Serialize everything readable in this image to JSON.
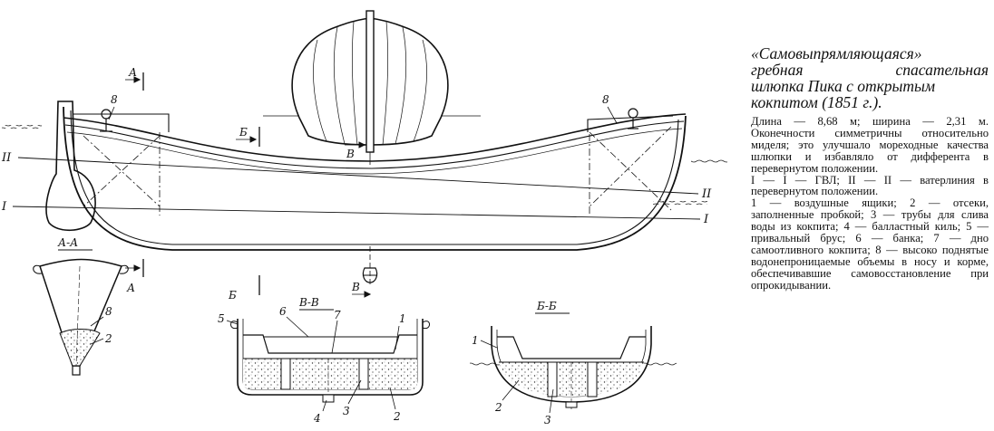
{
  "caption": {
    "title_line1": "«Самовыпрямляющаяся»",
    "title_line2_left": "гребная",
    "title_line2_right": "спасательная",
    "title_line3": "шлюпка Пика с открытым",
    "title_line4": "кокпитом (1851 г.).",
    "para1": "Длина — 8,68 м; ширина — 2,31 м. Оконечности симметричны относительно миделя; это улучшало мореходные качества шлюпки и избавляло от дифферента в перевернутом положении.",
    "para2": "I — I — ГВЛ; II — II — ватерлиния в перевернутом положении.",
    "para3": "1 — воздушные ящики; 2 — отсеки, заполненные пробкой; 3 — трубы для слива воды из кокпита; 4 — балластный киль; 5 — привальный брус; 6 — банка; 7 — дно самоотливного кокпита; 8 — высоко поднятые водонепроницаемые объемы в носу и корме, обеспечивавшие самовосстановление при опрокидывании."
  },
  "labels": {
    "waterline_1": "I",
    "waterline_2": "II",
    "section_a": "А",
    "section_b": "Б",
    "section_v": "В",
    "view_aa": "А-А",
    "view_vv": "В-В",
    "view_bb": "Б-Б",
    "n1": "1",
    "n2": "2",
    "n3": "3",
    "n4": "4",
    "n5": "5",
    "n6": "6",
    "n7": "7",
    "n8": "8"
  }
}
